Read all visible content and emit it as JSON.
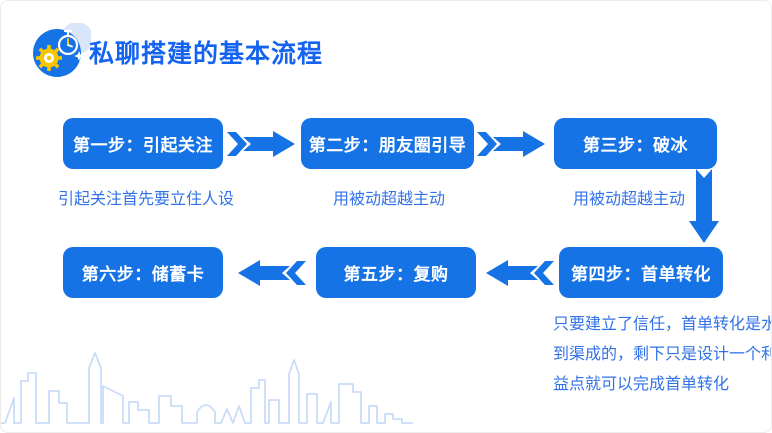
{
  "slide": {
    "title": "私聊搭建的基本流程",
    "colors": {
      "accent_blue": "#1673E6",
      "title_blue": "#1464F0",
      "caption_blue": "#3272E8",
      "skyline_blue": "#C9DCF8",
      "gear_yellow": "#F6C500",
      "icon_halo": "#D9E6FA"
    },
    "icons": {
      "header_icon": "gear-stopwatch-icon",
      "flow_arrows": [
        "arrow-right-icon",
        "arrow-right-icon",
        "arrow-down-icon",
        "arrow-left-icon",
        "arrow-left-icon"
      ],
      "footer_decoration": "city-skyline-outline"
    }
  },
  "steps": [
    {
      "label": "第一步：引起关注",
      "caption": "引起关注首先要立住人设"
    },
    {
      "label": "第二步：朋友圈引导",
      "caption": "用被动超越主动"
    },
    {
      "label": "第三步：破冰",
      "caption": "用被动超越主动"
    },
    {
      "label": "第四步：首单转化",
      "caption": "只要建立了信任，首单转化是水到渠成的，剩下只是设计一个利益点就可以完成首单转化"
    },
    {
      "label": "第五步：复购",
      "caption": ""
    },
    {
      "label": "第六步：储蓄卡",
      "caption": ""
    }
  ]
}
